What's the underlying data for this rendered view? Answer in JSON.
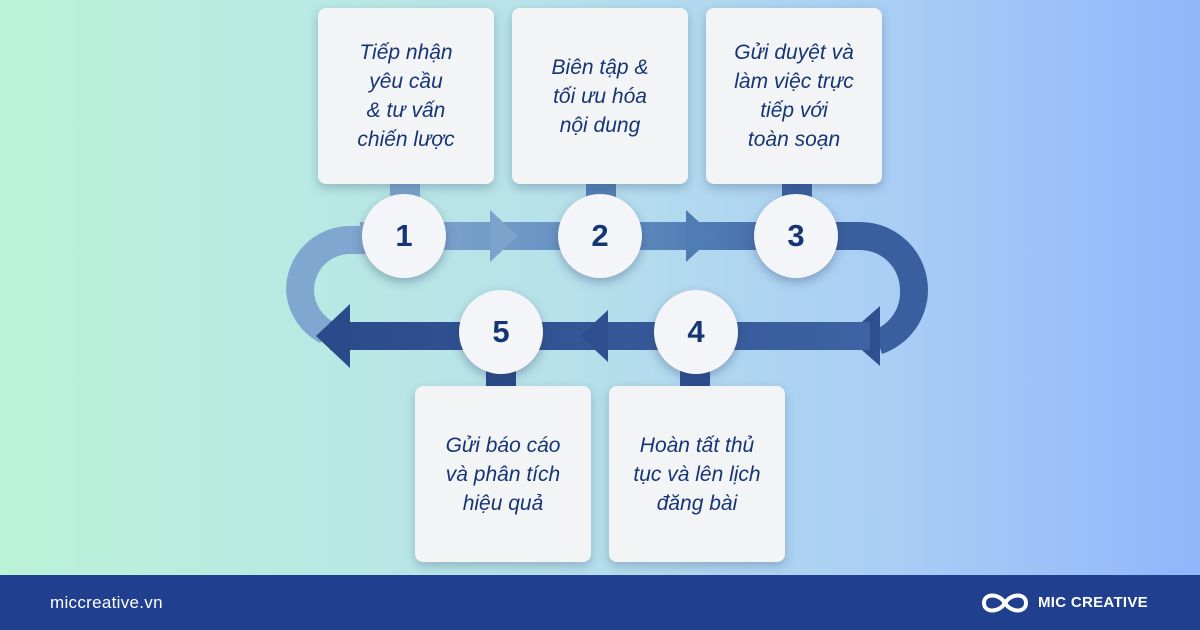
{
  "steps": [
    {
      "number": "1",
      "label": "Tiếp nhận\nyêu cầu\n& tư vấn\nchiến lược"
    },
    {
      "number": "2",
      "label": "Biên tập &\ntối ưu hóa\nnội dung"
    },
    {
      "number": "3",
      "label": "Gửi duyệt và\nlàm việc trực\ntiếp với\ntoàn soạn"
    },
    {
      "number": "4",
      "label": "Hoàn tất thủ\ntục và lên lịch\nđăng bài"
    },
    {
      "number": "5",
      "label": "Gửi báo cáo\nvà phân tích\nhiệu quả"
    }
  ],
  "colors": {
    "arrow_light": "#7aa3cb",
    "arrow_mid": "#4f7db3",
    "arrow_dark": "#2f4f8f",
    "text": "#163575",
    "footer_bg": "#203f8e"
  },
  "footer": {
    "website": "miccreative.vn",
    "brand": "MIC CREATIVE",
    "logo_icon": "infinity-logo-icon"
  }
}
